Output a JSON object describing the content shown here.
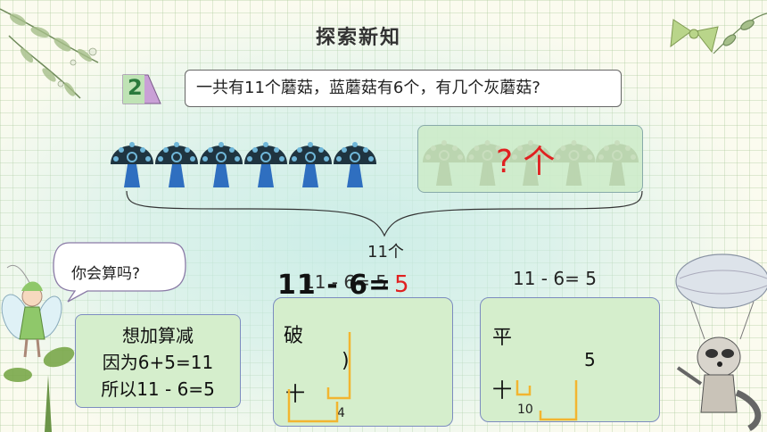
{
  "header": {
    "title": "探索新知"
  },
  "problem": {
    "number": "2",
    "question": "一共有11个蘑菇，蓝蘑菇有6个，有几个灰蘑菇?"
  },
  "figure": {
    "blue_count": 6,
    "hidden_label": "? 个",
    "total_label": "11个"
  },
  "bubble": {
    "text": "你会算吗?"
  },
  "equations": {
    "main": "11 - 6=",
    "ghost": "11 - 6= 5",
    "answer": "5",
    "right": "11 - 6= 5"
  },
  "think_card": {
    "line1": "想加算减",
    "line2": "因为6+5=11",
    "line3": "所以11 - 6=5"
  },
  "method_mid": {
    "glyph_top": "破",
    "glyph_bottom": "十",
    "paren": ")",
    "split_num": "4"
  },
  "method_right": {
    "glyph_top": "平",
    "glyph_bottom": "十",
    "value": "5",
    "split_num": "10"
  },
  "colors": {
    "mushroom_dark": "#1f3440",
    "mushroom_stem": "#2f6fc0",
    "accent_red": "#e02020",
    "card_green": "#d5eecc",
    "bracket_orange": "#f2b530"
  }
}
